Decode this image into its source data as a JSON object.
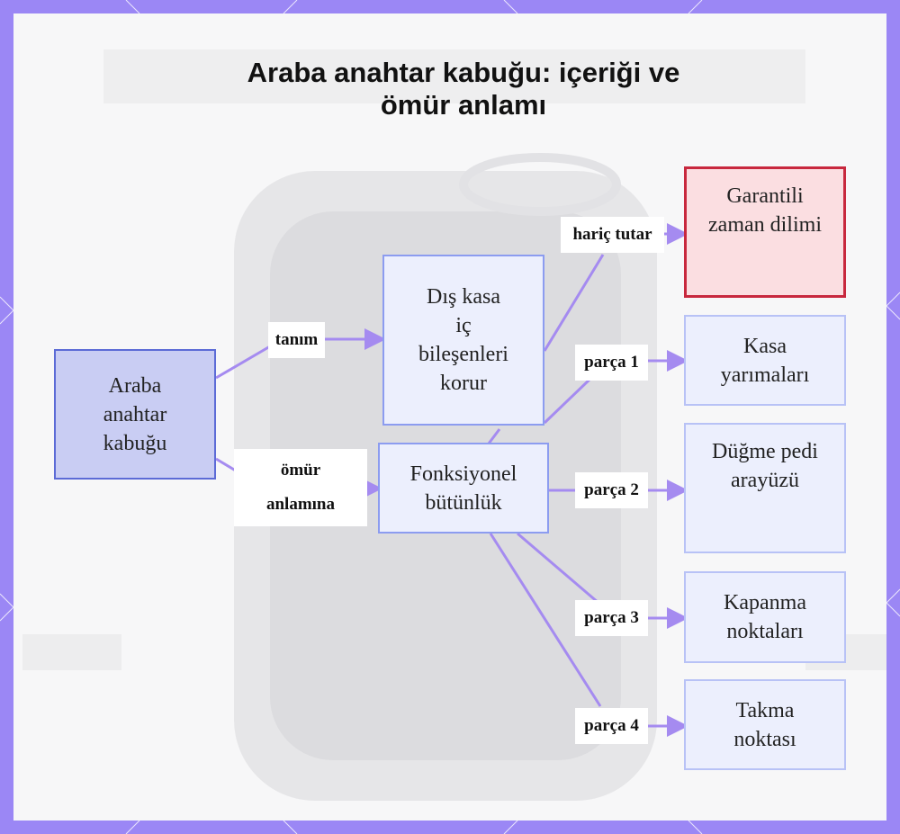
{
  "title": {
    "line1": "Araba anahtar kabuğu: içeriği ve",
    "line2": "ömür anlamı"
  },
  "nodes": {
    "main": "Araba\nanahtar\nkabuğu",
    "definition": "Dış kasa\niç\nbileşenleri\nkorur",
    "functional": "Fonksiyonel\nbütünlük",
    "excluded": "Garantili\nzaman dilimi",
    "part1": "Kasa\nyarımaları",
    "part2": "Düğme pedi\narayüzü",
    "part3": "Kapanma\nnoktaları",
    "part4": "Takma\nnoktası"
  },
  "edge_labels": {
    "tanim": "tanım",
    "omur": "ömür\nanlamına",
    "haric": "hariç tutar",
    "parca1": "parça 1",
    "parca2": "parça 2",
    "parca3": "parça 3",
    "parca4": "parça 4"
  },
  "colors": {
    "frame": "#9b87f5",
    "edge": "#a58bf0",
    "main_fill": "#c9cdf3",
    "main_border": "#5c6bd6",
    "excluded_fill": "#fbdee1",
    "excluded_border": "#c8283e",
    "part_fill": "#eceffd",
    "part_border": "#b8c2f6"
  }
}
